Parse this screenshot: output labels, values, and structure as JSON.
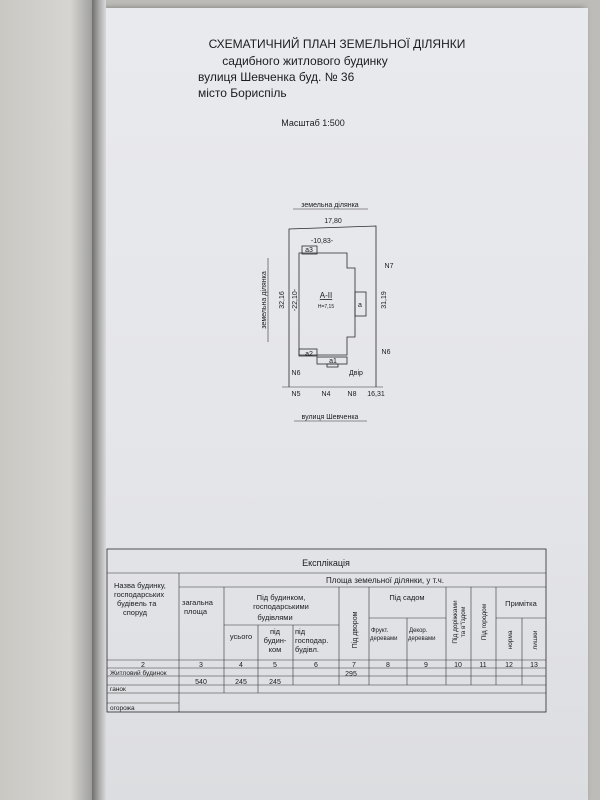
{
  "header": {
    "title": "СХЕМАТИЧНИЙ ПЛАН ЗЕМЕЛЬНОЇ ДІЛЯНКИ",
    "subtitle": "садибного житлового будинку",
    "address": "вулиця Шевченка буд. № 36",
    "city": "місто Бориспіль",
    "scale": "Масштаб 1:500"
  },
  "plan": {
    "top_neighbor": "земельна ділянка",
    "left_neighbor": "земельна ділянка",
    "street": "вулиця Шевченка",
    "dim_top": "17,80",
    "dim_house_top": "-10,83-",
    "dim_left": "32,16",
    "dim_house_left": "-22,10-",
    "dim_right": "31,19",
    "dim_bottom": "16,31",
    "building": "А-ІІ",
    "building_height": "Н=7,15",
    "annex_a": "а",
    "annex_a1": "а1",
    "annex_a2": "а2",
    "annex_a3": "а3",
    "yard": "Двір",
    "markers": {
      "n7": "N7",
      "n6_right": "N6",
      "n6_left": "N6",
      "n5": "N5",
      "n4": "N4",
      "n8": "N8"
    }
  },
  "table": {
    "title": "Експлікація",
    "area_header": "Площа земельної ділянки, у т.ч.",
    "col_name": [
      "Назва будинку,",
      "господарських",
      "будівель та",
      "споруд"
    ],
    "col_total": [
      "загальна",
      "площа"
    ],
    "col_under_buildings": [
      "Під будинком,",
      "господарськими",
      "будівлями"
    ],
    "col_all": "усього",
    "col_house": [
      "під",
      "будин-",
      "ком"
    ],
    "col_outbuild": [
      "під",
      "господар.",
      "будівл."
    ],
    "col_yard": "Під двором",
    "col_garden": "Під садом",
    "col_fruit": [
      "Фрукт.",
      "деревами"
    ],
    "col_decor": [
      "Декор.",
      "деревами"
    ],
    "col_paths": [
      "Під доріжками",
      "та в\"їздом"
    ],
    "col_vegetable": "Під городом",
    "col_note": "Примітка",
    "col_norm": "норма",
    "col_excess": "лишки",
    "col_numbers": [
      "2",
      "3",
      "4",
      "5",
      "6",
      "7",
      "8",
      "9",
      "10",
      "11",
      "12",
      "13"
    ],
    "rows": [
      {
        "name": "Житловий будинок",
        "total": "540",
        "all": "245",
        "house": "245",
        "yard": "295"
      },
      {
        "name": "ганок"
      },
      {
        "name": "огорожа"
      }
    ]
  }
}
